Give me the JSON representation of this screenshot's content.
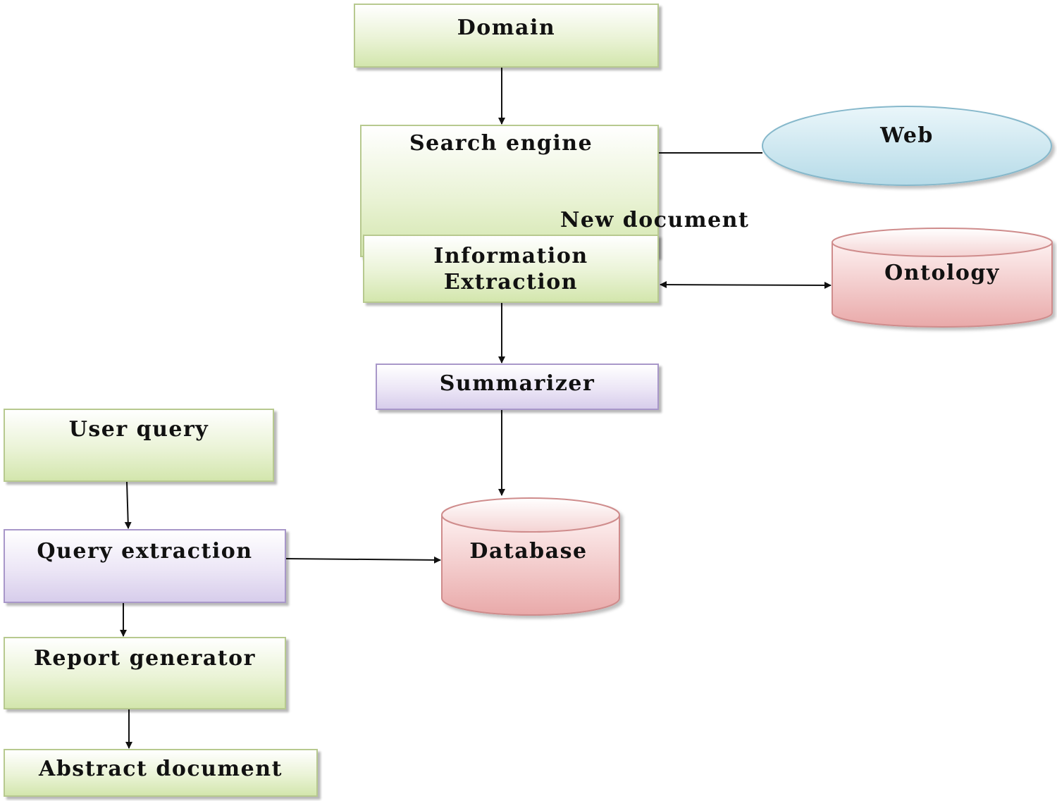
{
  "nodes": {
    "domain": "Domain",
    "search_engine": "Search engine",
    "web": "Web",
    "information_extraction": "Information\nExtraction",
    "ontology": "Ontology",
    "summarizer": "Summarizer",
    "database": "Database",
    "user_query": "User query",
    "query_extraction": "Query extraction",
    "report_generator": "Report generator",
    "abstract_document": "Abstract document"
  },
  "edge_labels": {
    "new_document": "New document"
  },
  "colors": {
    "green_fill": "#d3e6ad",
    "purple_fill": "#d7cdeb",
    "blue_ellipse": "#bfe1ec",
    "red_cylinder": "#eeb6b6",
    "arrow": "#111111"
  }
}
